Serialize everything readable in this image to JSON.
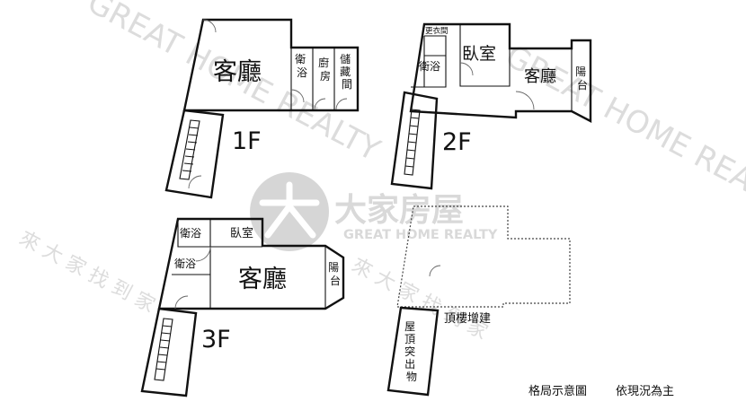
{
  "watermark": {
    "brand_cn": "大家房屋",
    "brand_en": "GREAT HOME REALTY",
    "diag_en": "GREAT HOME REALTY",
    "diag_en_right": "GREAT HOME REALTY",
    "slogan": "來 大 家   找 到 家"
  },
  "floor1": {
    "label": "1F",
    "living": "客廳",
    "bath": "衛浴",
    "kitchen": "廚房",
    "storage": "儲藏間"
  },
  "floor2": {
    "label": "2F",
    "closet": "更衣間",
    "bath": "衛浴",
    "bedroom": "臥室",
    "living": "客廳",
    "balcony": "陽台"
  },
  "floor3": {
    "label": "3F",
    "bath_a": "衛浴",
    "bath_b": "衛浴",
    "bedroom": "臥室",
    "living": "客廳",
    "balcony": "陽台"
  },
  "roof": {
    "addition": "頂樓增建",
    "structure": "屋頂突出物"
  },
  "notes": {
    "diagram": "格局示意圖",
    "condition": "依現況為主"
  }
}
